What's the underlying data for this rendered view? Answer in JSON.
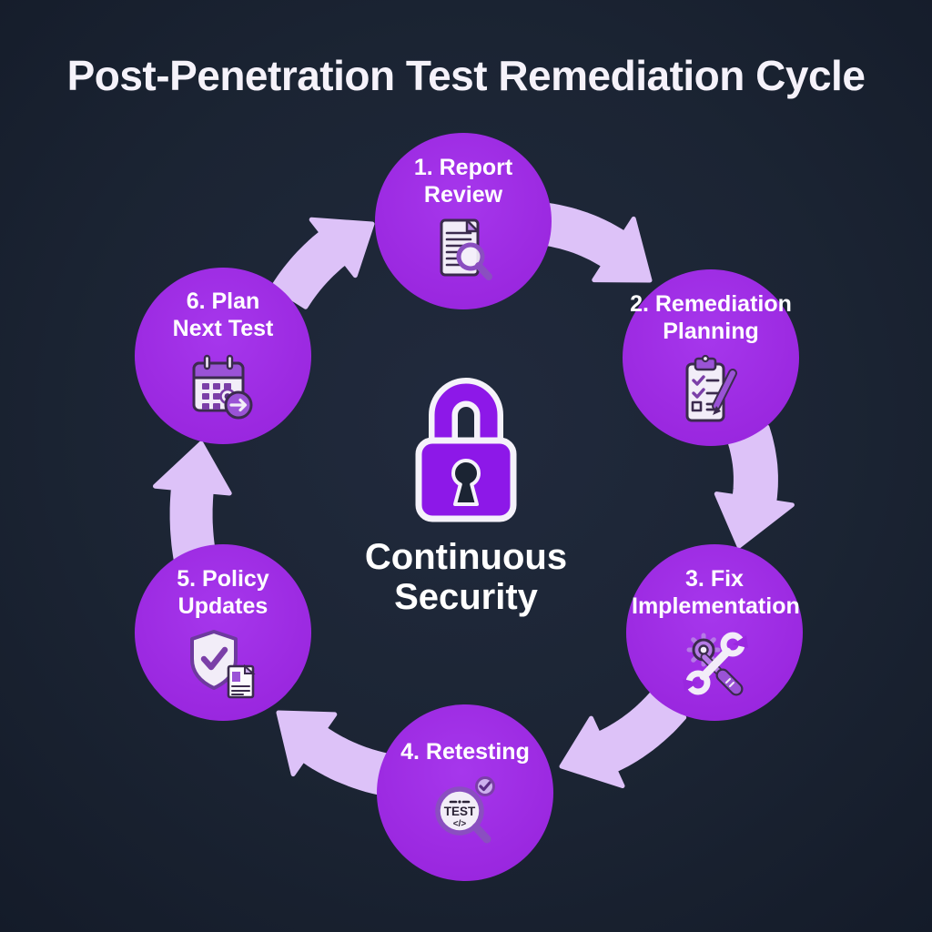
{
  "title": "Post-Penetration Test Remediation Cycle",
  "center": {
    "label": "Continuous Security",
    "icon": "lock-icon"
  },
  "steps": [
    {
      "label": "1. Report Review",
      "icon": "document-magnifier-icon"
    },
    {
      "label": "2. Remediation Planning",
      "icon": "clipboard-pencil-icon"
    },
    {
      "label": "3. Fix Implementation",
      "icon": "tools-icon"
    },
    {
      "label": "4. Retesting",
      "icon": "magnifier-test-icon"
    },
    {
      "label": "5. Policy Updates",
      "icon": "shield-document-icon"
    },
    {
      "label": "6. Plan Next Test",
      "icon": "calendar-next-icon"
    }
  ],
  "icon_text": {
    "magnifier_label": "TEST",
    "magnifier_code": "</>"
  },
  "colors": {
    "background": "#1b2433",
    "title_text": "#f5f2fa",
    "node_fill": "#9a27df",
    "node_text": "#ffffff",
    "arrow_fill": "#ddc2f8",
    "lock_fill": "#8d18e8",
    "lock_outline": "#f5f2fa",
    "icon_light": "#f2edf8",
    "icon_dark": "#3b2b4e",
    "icon_purple": "#9a53d6"
  }
}
